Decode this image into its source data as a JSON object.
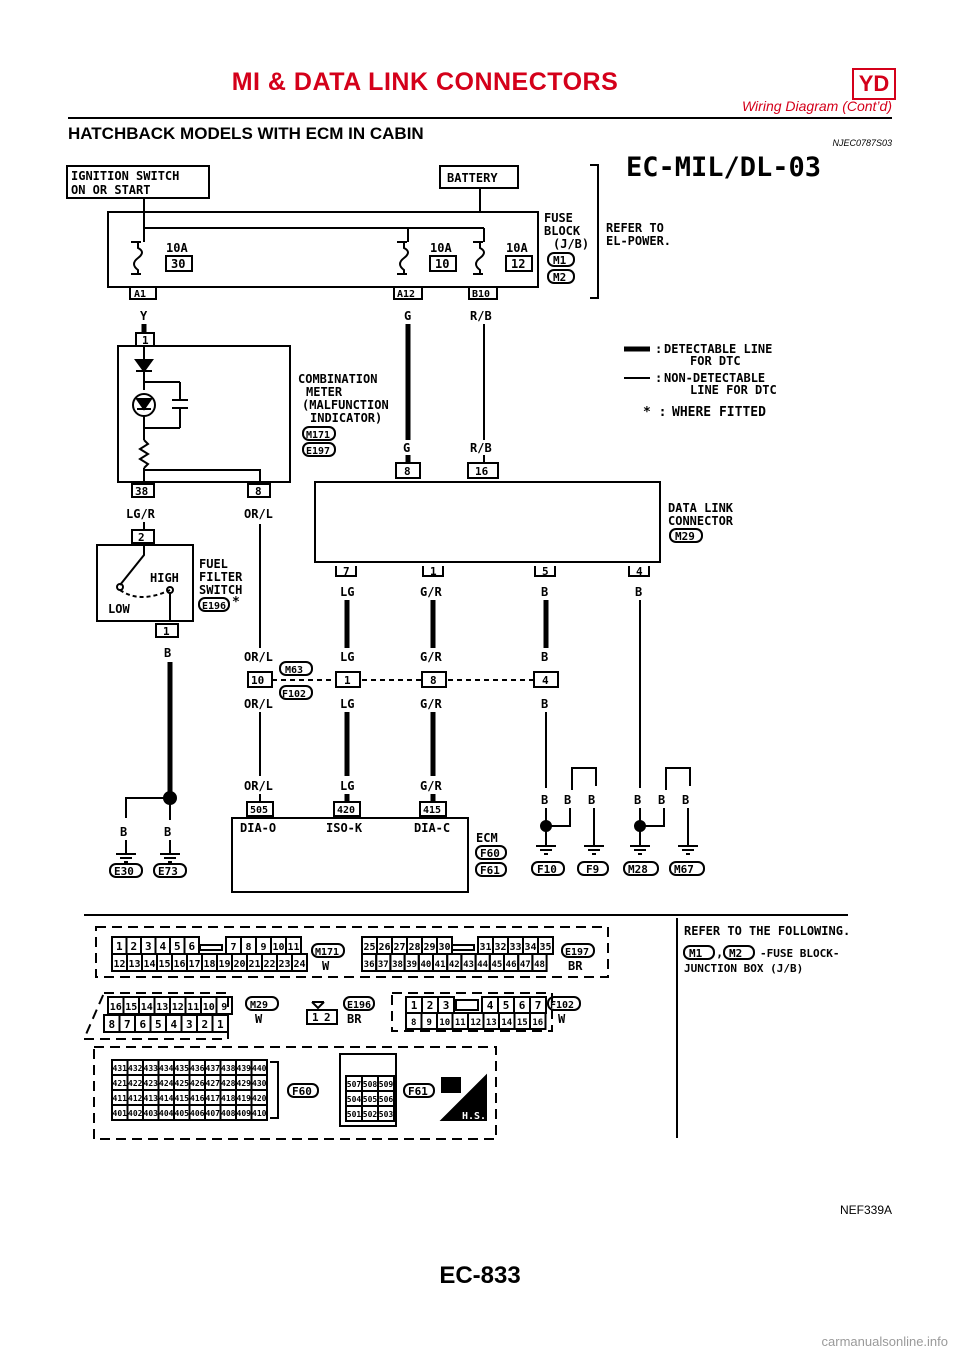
{
  "header": {
    "title": "MI & DATA LINK CONNECTORS",
    "badge": "YD",
    "subtitle": "Wiring Diagram (Cont’d)"
  },
  "section": {
    "title": "HATCHBACK MODELS WITH ECM IN CABIN",
    "code": "NJEC0787S03"
  },
  "diagram": {
    "id": "EC-MIL/DL-03",
    "ignition": [
      "IGNITION SWITCH",
      "ON OR START"
    ],
    "battery": "BATTERY",
    "fuses": [
      {
        "amp": "10A",
        "num": "30",
        "term": "A1",
        "wire": "Y"
      },
      {
        "amp": "10A",
        "num": "10",
        "term": "A12",
        "wire": "G"
      },
      {
        "amp": "10A",
        "num": "12",
        "term": "B10",
        "wire": "R/B"
      }
    ],
    "fuse_block": [
      "FUSE",
      "BLOCK",
      "(J/B)"
    ],
    "fuse_block_connectors": [
      "M1",
      "M2"
    ],
    "refer_power": [
      "REFER TO",
      "EL-POWER."
    ],
    "legend": [
      {
        "sym": ":",
        "text": [
          "DETECTABLE LINE",
          "FOR DTC"
        ]
      },
      {
        "sym": ":",
        "text": [
          "NON-DETECTABLE",
          "LINE FOR DTC"
        ]
      },
      {
        "sym": "* :",
        "text": [
          "WHERE FITTED"
        ]
      }
    ],
    "meter": {
      "label": [
        "COMBINATION",
        "METER",
        "(MALFUNCTION",
        "INDICATOR)"
      ],
      "connectors": [
        "M171",
        "E197"
      ],
      "pin_top": "1",
      "pin_bl": "38",
      "wire_bl": "LG/R",
      "pin_br": "8",
      "wire_br": "OR/L"
    },
    "dlc": {
      "label": [
        "DATA LINK",
        "CONNECTOR"
      ],
      "connector": "M29",
      "top_pins": [
        {
          "pin": "8",
          "wire": "G"
        },
        {
          "pin": "16",
          "wire": "R/B"
        }
      ],
      "bottom_pins": [
        {
          "pin": "7",
          "wire": "LG"
        },
        {
          "pin": "1",
          "wire": "G/R"
        },
        {
          "pin": "5",
          "wire": "B"
        },
        {
          "pin": "4",
          "wire": "B"
        }
      ]
    },
    "fuel_switch": {
      "label": [
        "FUEL",
        "FILTER",
        "SWITCH"
      ],
      "connector": "E196",
      "star": "*",
      "high": "HIGH",
      "low": "LOW",
      "pin_top": "2",
      "pin_bot": "1",
      "wire": "B"
    },
    "joint": {
      "connectors": [
        "M63",
        "F102"
      ],
      "pins": [
        {
          "pin": "10",
          "up": "OR/L",
          "down": "OR/L"
        },
        {
          "pin": "1",
          "up": "LG",
          "down": "LG"
        },
        {
          "pin": "8",
          "up": "G/R",
          "down": "G/R"
        },
        {
          "pin": "4",
          "up": "B",
          "down": "B"
        }
      ]
    },
    "ecm": {
      "pins": [
        {
          "pin": "505",
          "wire": "OR/L",
          "label": "DIA-O"
        },
        {
          "pin": "420",
          "wire": "LG",
          "label": "ISO-K"
        },
        {
          "pin": "415",
          "wire": "G/R",
          "label": "DIA-C"
        }
      ],
      "label": "ECM",
      "connectors": [
        "F60",
        "F61"
      ]
    },
    "grounds_left": [
      {
        "wire": "B",
        "conn": "E30"
      },
      {
        "wire": "B",
        "conn": "E73"
      }
    ],
    "grounds_right_wires": [
      "B",
      "B",
      "B",
      "B",
      "B",
      "B"
    ],
    "grounds_right_conns": [
      "F10",
      "F9",
      "M28",
      "M67"
    ],
    "connector_views": {
      "m171_top": [
        "1",
        "2",
        "3",
        "4",
        "5",
        "6",
        "7",
        "8",
        "9",
        "10",
        "11"
      ],
      "m171_bot": [
        "12",
        "13",
        "14",
        "15",
        "16",
        "17",
        "18",
        "19",
        "20",
        "21",
        "22",
        "23",
        "24"
      ],
      "m171_tag": "M171",
      "m171_color": "W",
      "e197_top": [
        "25",
        "26",
        "27",
        "28",
        "29",
        "30",
        "31",
        "32",
        "33",
        "34",
        "35"
      ],
      "e197_bot": [
        "36",
        "37",
        "38",
        "39",
        "40",
        "41",
        "42",
        "43",
        "44",
        "45",
        "46",
        "47",
        "48"
      ],
      "e197_tag": "E197",
      "e197_color": "BR",
      "m29_top": [
        "16",
        "15",
        "14",
        "13",
        "12",
        "11",
        "10",
        "9"
      ],
      "m29_bot": [
        "8",
        "7",
        "6",
        "5",
        "4",
        "3",
        "2",
        "1"
      ],
      "m29_tag": "M29",
      "m29_color": "W",
      "e196_pins": [
        "1",
        "2"
      ],
      "e196_tag": "E196",
      "e196_color": "BR",
      "f102_top": [
        "1",
        "2",
        "3",
        "4",
        "5",
        "6",
        "7"
      ],
      "f102_bot": [
        "8",
        "9",
        "10",
        "11",
        "12",
        "13",
        "14",
        "15",
        "16"
      ],
      "f102_tag": "F102",
      "f102_color": "W",
      "f60_rows": [
        [
          "431",
          "432",
          "433",
          "434",
          "435",
          "436",
          "437",
          "438",
          "439",
          "440"
        ],
        [
          "421",
          "422",
          "423",
          "424",
          "425",
          "426",
          "427",
          "428",
          "429",
          "430"
        ],
        [
          "411",
          "412",
          "413",
          "414",
          "415",
          "416",
          "417",
          "418",
          "419",
          "420"
        ],
        [
          "401",
          "402",
          "403",
          "404",
          "405",
          "406",
          "407",
          "408",
          "409",
          "410"
        ]
      ],
      "f60_tag": "F60",
      "f61_rows": [
        [
          "507",
          "508",
          "509"
        ],
        [
          "504",
          "505",
          "506"
        ],
        [
          "501",
          "502",
          "503"
        ]
      ],
      "f61_tag": "F61",
      "hs": "H.S.",
      "refer_following": "REFER TO THE FOLLOWING.",
      "refer_line": "-FUSE BLOCK-",
      "refer_line2": "JUNCTION BOX (J/B)",
      "refer_m1": "M1",
      "refer_m2": "M2",
      "refer_comma": ","
    }
  },
  "figure_code": "NEF339A",
  "page_number": "EC-833",
  "watermark": "carmanualsonline.info"
}
